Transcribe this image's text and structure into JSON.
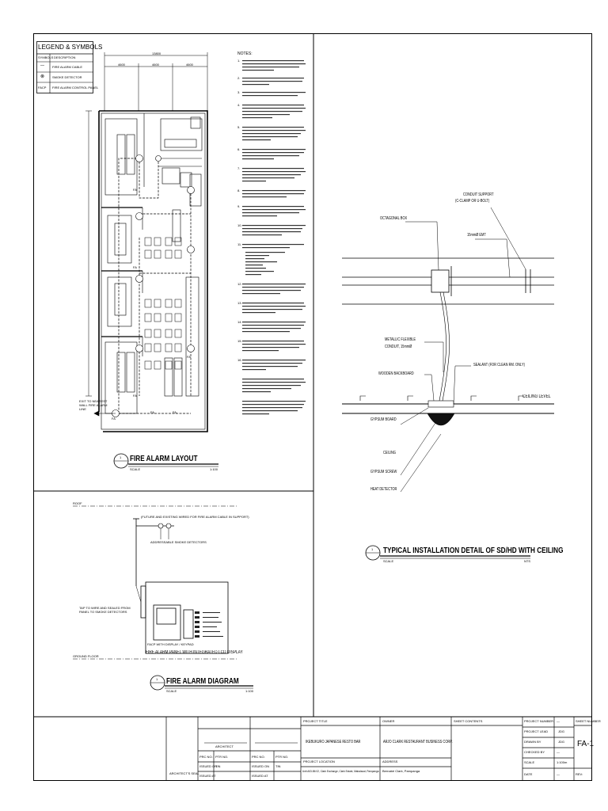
{
  "legend": {
    "title": "LEGEND & SYMBOLS",
    "headers": [
      "SYMBOLS",
      "DESCRIPTION"
    ],
    "rows": [
      {
        "symbol": "—",
        "description": "FIRE ALARM CABLE"
      },
      {
        "symbol": "⊗",
        "description": "SMOKE DETECTOR"
      },
      {
        "symbol": "FACP",
        "description": "FIRE ALARM CONTROL PANEL"
      }
    ]
  },
  "layout": {
    "dim_top": "13800",
    "dims": [
      "4600",
      "4600",
      "4600"
    ],
    "route_note": "EXIT TO NEAREST WALL FIRE ALARM LINE",
    "fa_label": "FA",
    "title_num": "1",
    "title": "FIRE ALARM LAYOUT",
    "scale_label": "SCALE",
    "scale_value": "1:100"
  },
  "notes": {
    "heading": "NOTES:",
    "items": [
      "1.",
      "2.",
      "3.",
      "4.",
      "5.",
      "6.",
      "7.",
      "8.",
      "9.",
      "10.",
      "11.",
      "12.",
      "13.",
      "14.",
      "15.",
      "16."
    ]
  },
  "diagram": {
    "roof_label": "ROOF",
    "ground_label": "GROUND FLOOR",
    "top_note": "(FUTURE AND EXISTING WIRED FOR FIRE ALARM CABLE IN SUPPORT)",
    "detectors_label": "ADDRESSABLE SMOKE DETECTORS",
    "left_note": "TAP TO WIRE AND SEALED FROM PANEL TO SMOKE DETECTORS",
    "panel_caption": "FACP WITH DISPLAY / KEYPAD",
    "panel_note": "FIRE ALARM PANEL WITH INTEGRATED LCD DISPLAY",
    "title_num": "1",
    "title": "FIRE ALARM DIAGRAM",
    "scale_label": "SCALE",
    "scale_value": "1:100"
  },
  "detail": {
    "conduit_support": "CONDUIT SUPPORT",
    "conduit_support_sub": "(C-CLAMP OR U-BOLT)",
    "octagonal_box": "OCTAGONAL BOX",
    "emt": "15mmØ EMT",
    "flex_conduit_1": "METALLIC FLEXIBLE",
    "flex_conduit_2": "CONDUIT, 15mmØ",
    "wooden_backboard": "WOODEN BACKBOARD",
    "sealant": "SEALANT (FOR CLEAN RM. ONLY)",
    "ceiling_level": "CEILING LEVEL",
    "gypsum_board_1": "GYPSUM BOARD",
    "gypsum_board_2": "CEILING",
    "gypsum_screw": "GYPSUM SCREW",
    "heat_detector": "HEAT DETECTOR",
    "title_num": "1",
    "title": "TYPICAL INSTALLATION DETAIL OF SD/HD WITH CEILING",
    "scale_label": "SCALE",
    "scale_value": "NTS"
  },
  "titleblock": {
    "architect_label": "ARCHITECT",
    "architects_seal": "ARCHITECT'S SEAL",
    "prc_no": "PRC NO.",
    "ptr_no": "PTR NO.",
    "issued_on": "ISSUED ON",
    "issued_at": "ISSUED AT",
    "tin": "TIN",
    "project_title_label": "PROJECT TITLE",
    "project_title": "IKEBUKURO JAPANESE RESTO BAR",
    "owner_label": "OWNER",
    "owner": "ARJO CLARK RESTAURANT BUSINESS CORP.",
    "project_location_label": "PROJECT LOCATION",
    "project_location": "Unit A03-B6 02, Clark Exchange, Clark Estate, Mabalacat, Pampanga",
    "address_label": "ADDRESS",
    "address": "Bernabé Clark, Pampanga",
    "sheet_contents_label": "SHEET CONTENTS",
    "project_number_label": "PROJECT NUMBER",
    "project_number": "—",
    "project_lead_label": "PROJECT LEAD",
    "project_lead": "JDG",
    "drawn_by_label": "DRAWN BY",
    "drawn_by": "JDG",
    "checked_by_label": "CHECKED BY",
    "checked_by": "—",
    "scale_label": "SCALE",
    "scale": "1:100m",
    "date_label": "DATE",
    "date": "—",
    "sheet_number_label": "SHEET NUMBER",
    "sheet_number": "FA-1",
    "rev_label": "REV:"
  }
}
